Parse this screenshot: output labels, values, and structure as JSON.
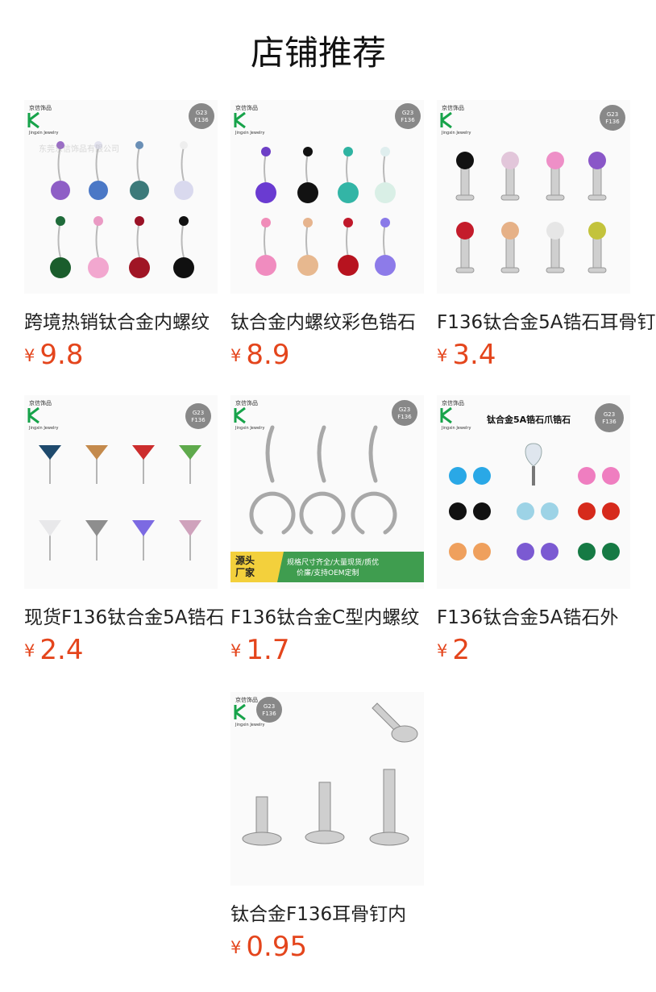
{
  "page": {
    "title": "店铺推荐"
  },
  "branding": {
    "brand_cn": "京信饰品",
    "brand_en": "Jingxin Jewelry",
    "badge_top": "G23",
    "badge_bottom": "F136",
    "watermark": "东莞京信饰品有限公司"
  },
  "products": [
    {
      "name": "跨境热销钛合金内螺纹",
      "currency": "¥",
      "price": "9.8",
      "image": "belly-rings-crystal"
    },
    {
      "name": "钛合金内螺纹彩色锆石",
      "currency": "¥",
      "price": "8.9",
      "image": "belly-rings-colorful"
    },
    {
      "name": "F136钛合金5A锆石耳骨钉",
      "currency": "¥",
      "price": "3.4",
      "image": "labret-studs-colored"
    },
    {
      "name": "现货F136钛合金5A锆石",
      "currency": "¥",
      "price": "2.4",
      "image": "prong-set-studs"
    },
    {
      "name": "F136钛合金C型内螺纹",
      "currency": "¥",
      "price": "1.7",
      "image": "curved-barbells-horseshoes",
      "promo_title": "源头\n厂家",
      "promo_text_1": "规格尺寸齐全/大量现货/质优",
      "promo_text_2": "价廉/支持OEM定制"
    },
    {
      "name": "F136钛合金5A锆石外",
      "currency": "¥",
      "price": "2",
      "image": "heart-top-gem-collection",
      "image_caption": "钛合金5A锆石爪锆石"
    },
    {
      "name": "钛合金F136耳骨钉内",
      "currency": "¥",
      "price": "0.95",
      "image": "flat-back-labret-posts"
    }
  ],
  "colors": {
    "price": "#e4451c",
    "brand_green": "#17a34a"
  }
}
